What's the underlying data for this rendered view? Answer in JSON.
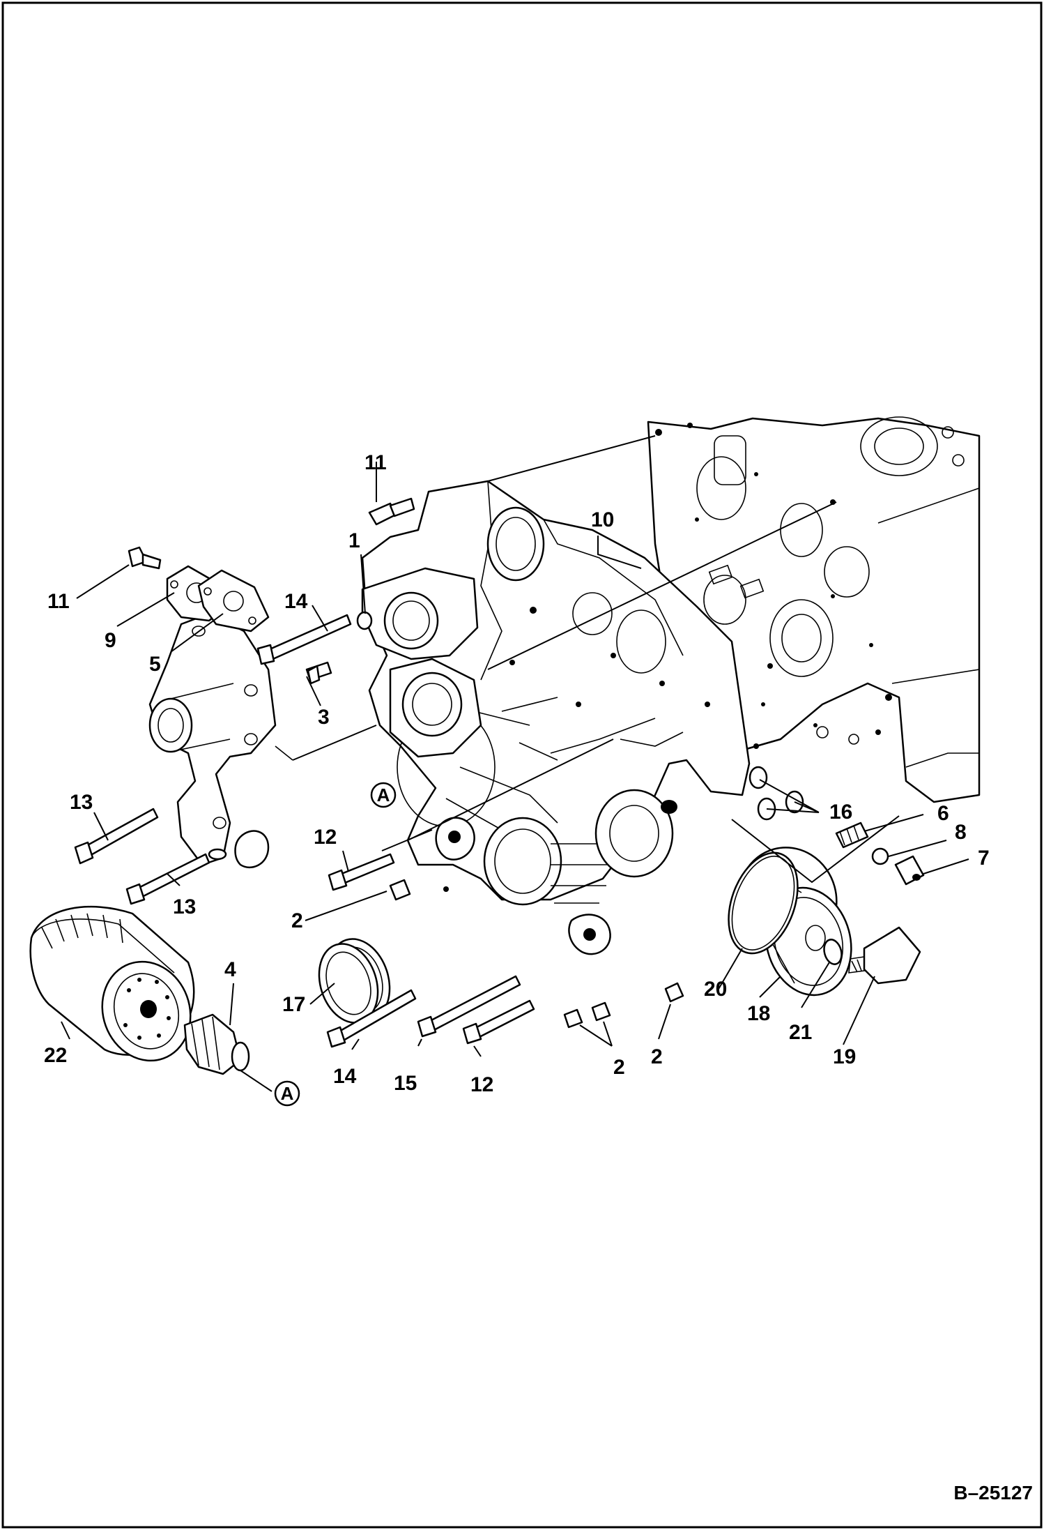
{
  "diagram": {
    "document_id": "B–25127",
    "reference_marker": "A",
    "callouts": {
      "c1": "1",
      "c2a": "2",
      "c2b": "2",
      "c2c": "2",
      "c3": "3",
      "c4": "4",
      "c5": "5",
      "c6": "6",
      "c7": "7",
      "c8": "8",
      "c9": "9",
      "c10": "10",
      "c11a": "11",
      "c11b": "11",
      "c12a": "12",
      "c12b": "12",
      "c13a": "13",
      "c13b": "13",
      "c14a": "14",
      "c14b": "14",
      "c15": "15",
      "c16": "16",
      "c17": "17",
      "c18": "18",
      "c19": "19",
      "c20": "20",
      "c21": "21",
      "c22": "22"
    }
  }
}
